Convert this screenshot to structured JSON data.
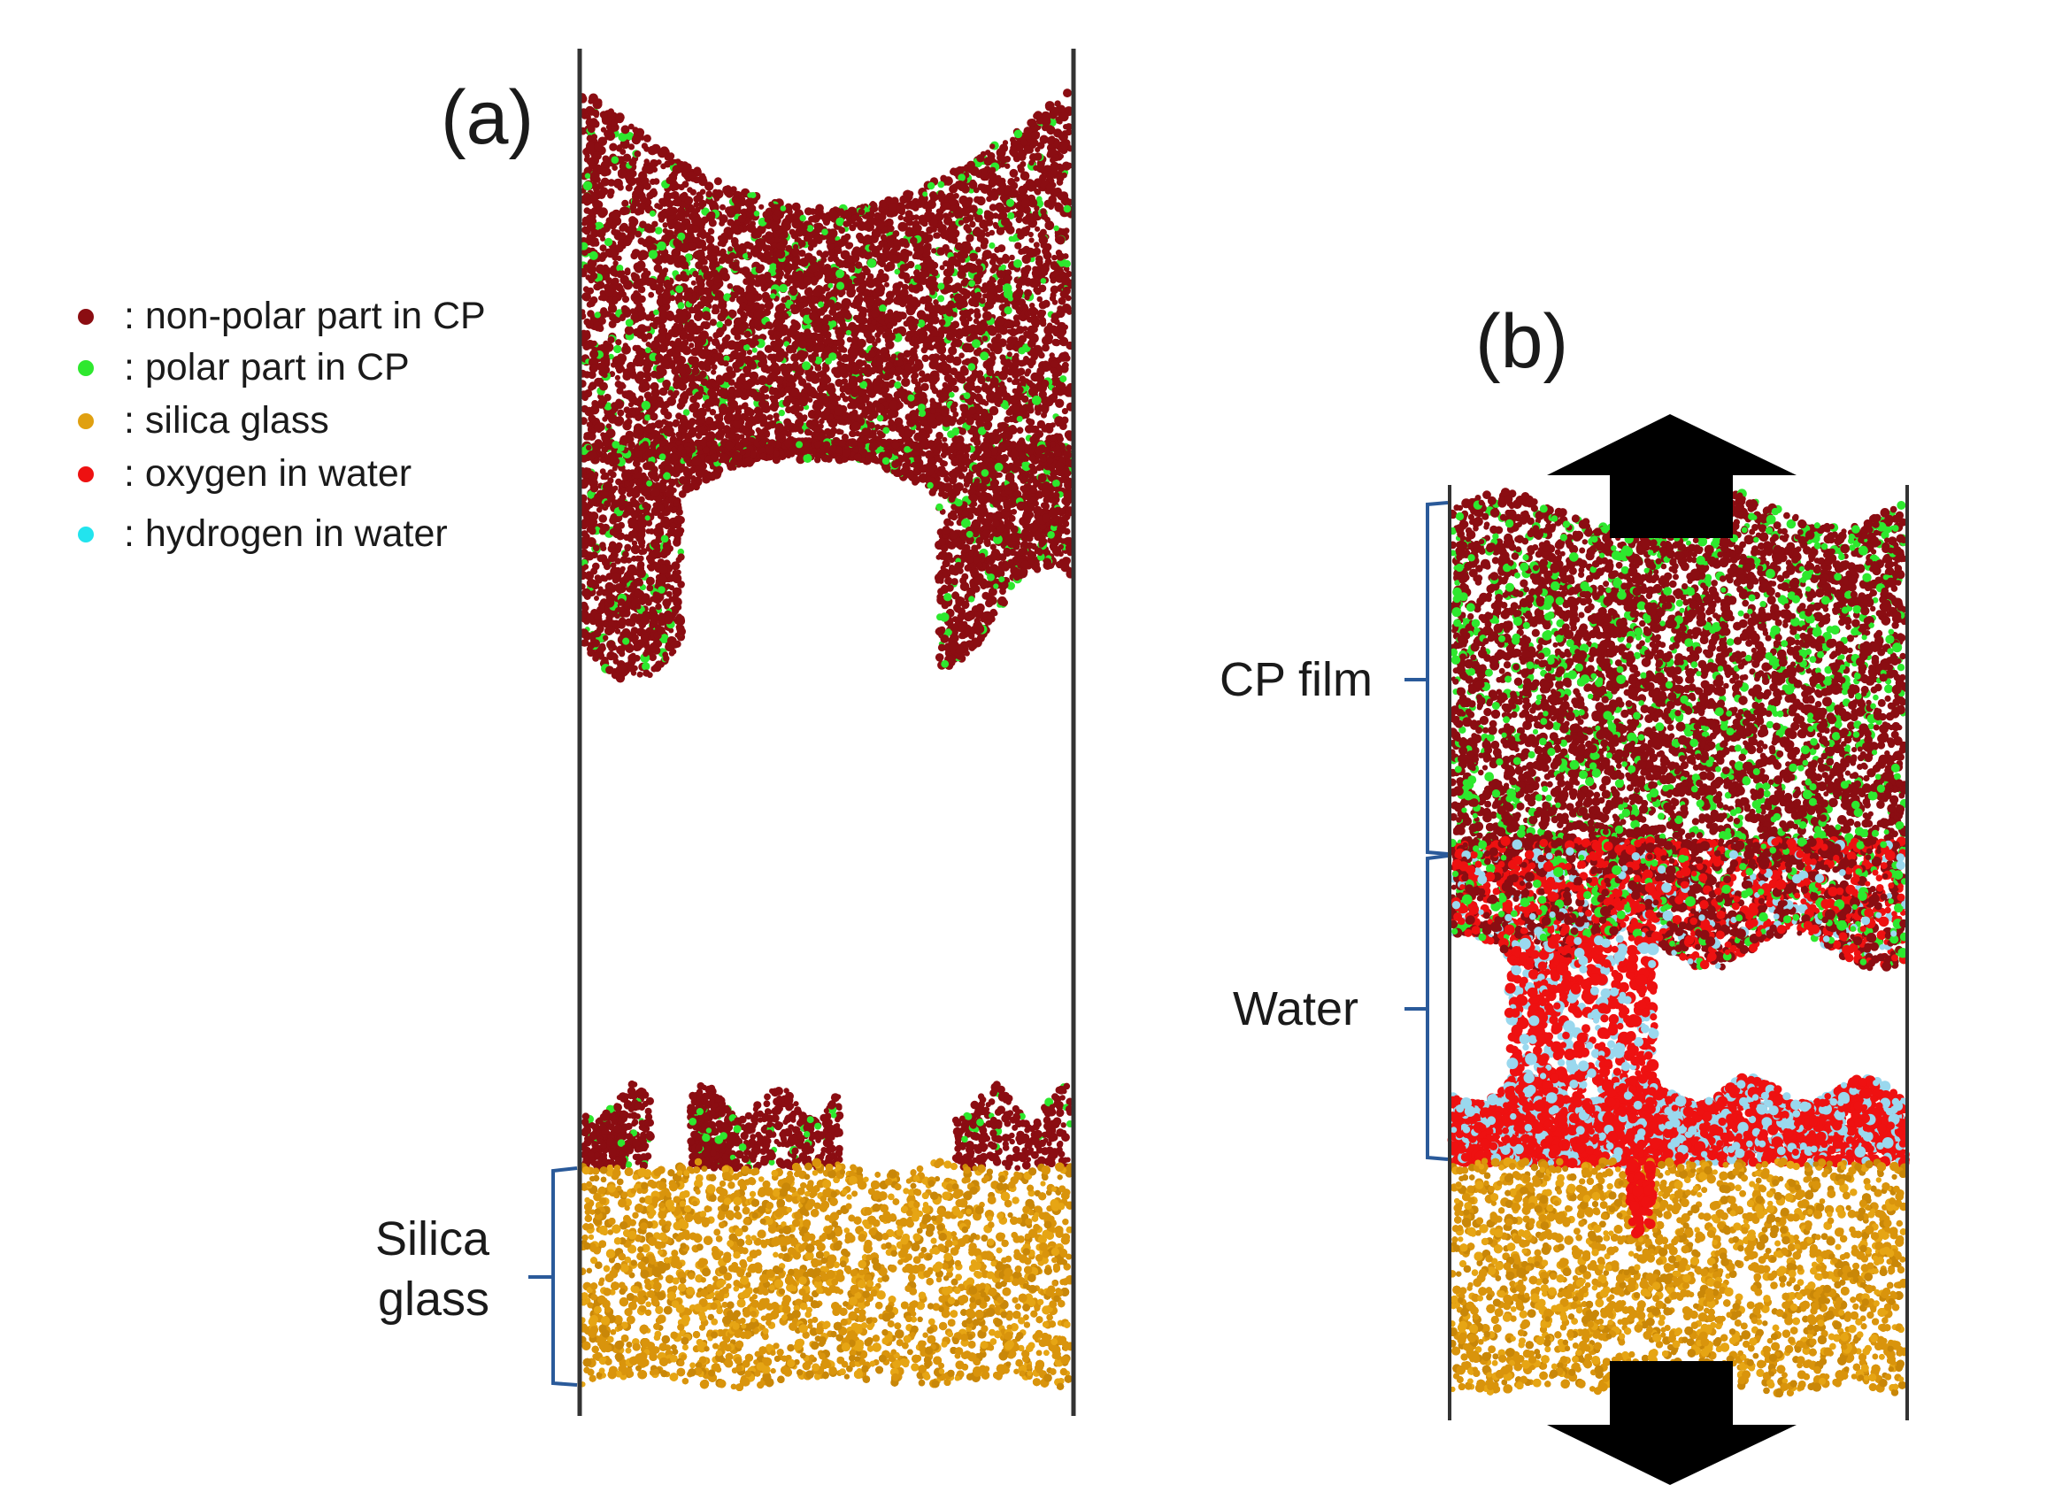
{
  "panels": [
    {
      "label": "(a)"
    },
    {
      "label": "(b)"
    }
  ],
  "legend": {
    "items": [
      {
        "text": ": non-polar part in CP",
        "color": "#8b0d12"
      },
      {
        "text": ": polar part in CP",
        "color": "#2ee82e"
      },
      {
        "text": ": silica glass",
        "color": "#e0a010"
      },
      {
        "text": ": oxygen in water",
        "color": "#ee1111"
      },
      {
        "text": ": hydrogen in water",
        "color": "#22e4ee"
      }
    ]
  },
  "annotations": {
    "silica_line1": "Silica",
    "silica_line2": "glass",
    "cp_film": "CP film",
    "water": "Water"
  },
  "colors": {
    "bracket": "#2a5a9a",
    "wall": "#333333",
    "arrow": "#000000",
    "nonpolar": "#8b0d12",
    "polar": "#2ee82e",
    "silica": "#d9940c",
    "oxygen": "#ee1111",
    "hydrogen": "#9ad8ee"
  },
  "arrows": [
    {
      "direction": "up",
      "icon": "arrow-up-icon"
    },
    {
      "direction": "down",
      "icon": "arrow-down-icon"
    }
  ]
}
